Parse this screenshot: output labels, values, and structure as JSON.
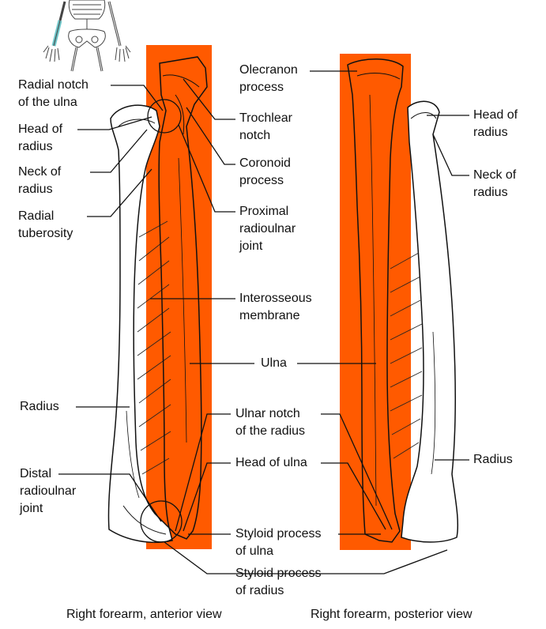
{
  "colors": {
    "ulna": "#ff5a00",
    "outline": "#111111",
    "skeleton_highlight": "#6fc6c9",
    "background": "#ffffff"
  },
  "icons": {
    "skeleton": "skeleton-thumbnail-icon"
  },
  "labels": {
    "radial_notch_l1": "Radial notch",
    "radial_notch_l2": "of the ulna",
    "head_radius_a_l1": "Head of",
    "head_radius_a_l2": "radius",
    "neck_radius_a_l1": "Neck of",
    "neck_radius_a_l2": "radius",
    "radial_tuberosity_l1": "Radial",
    "radial_tuberosity_l2": "tuberosity",
    "radius_a": "Radius",
    "distal_l1": "Distal",
    "distal_l2": "radioulnar",
    "distal_l3": "joint",
    "olecranon_l1": "Olecranon",
    "olecranon_l2": "process",
    "trochlear_l1": "Trochlear",
    "trochlear_l2": "notch",
    "coronoid_l1": "Coronoid",
    "coronoid_l2": "process",
    "proximal_l1": "Proximal",
    "proximal_l2": "radioulnar",
    "proximal_l3": "joint",
    "interosseous_l1": "Interosseous",
    "interosseous_l2": "membrane",
    "ulna": "Ulna",
    "ulnar_notch_l1": "Ulnar notch",
    "ulnar_notch_l2": "of the radius",
    "head_ulna": "Head of ulna",
    "styloid_ulna_l1": "Styloid process",
    "styloid_ulna_l2": "of ulna",
    "styloid_radius_l1": "Styloid process",
    "styloid_radius_l2": "of radius",
    "head_radius_p_l1": "Head of",
    "head_radius_p_l2": "radius",
    "neck_radius_p_l1": "Neck of",
    "neck_radius_p_l2": "radius",
    "radius_p": "Radius"
  },
  "captions": {
    "anterior": "Right forearm, anterior view",
    "posterior": "Right forearm, posterior view"
  }
}
